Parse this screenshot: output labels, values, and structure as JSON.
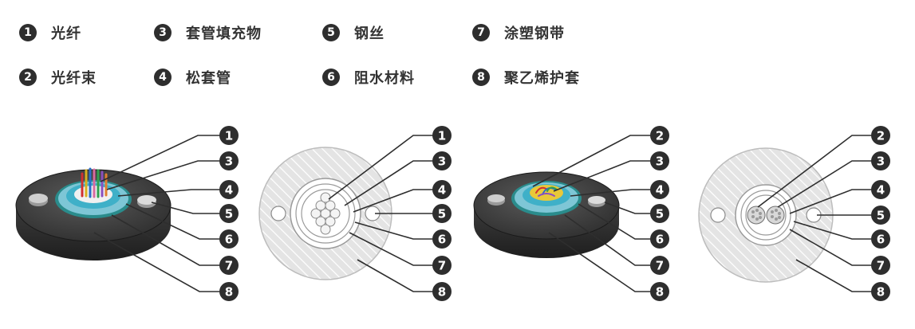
{
  "legend": {
    "items": [
      {
        "num": "1",
        "label": "光纤"
      },
      {
        "num": "2",
        "label": "光纤束"
      },
      {
        "num": "3",
        "label": "套管填充物"
      },
      {
        "num": "4",
        "label": "松套管"
      },
      {
        "num": "5",
        "label": "钢丝"
      },
      {
        "num": "6",
        "label": "阻水材料"
      },
      {
        "num": "7",
        "label": "涂塑钢带"
      },
      {
        "num": "8",
        "label": "聚乙烯护套"
      }
    ]
  },
  "diagrams": [
    {
      "callouts": [
        "1",
        "3",
        "4",
        "5",
        "6",
        "7",
        "8"
      ]
    },
    {
      "callouts": [
        "1",
        "3",
        "4",
        "5",
        "6",
        "7",
        "8"
      ]
    },
    {
      "callouts": [
        "2",
        "3",
        "4",
        "5",
        "6",
        "7",
        "8"
      ]
    },
    {
      "callouts": [
        "2",
        "3",
        "4",
        "5",
        "6",
        "7",
        "8"
      ]
    }
  ],
  "colors": {
    "badge": "#2e2e2e",
    "sheath": "#3a3a3a",
    "tape": "#2a8c8c",
    "hatch": "#c8c8c8"
  }
}
